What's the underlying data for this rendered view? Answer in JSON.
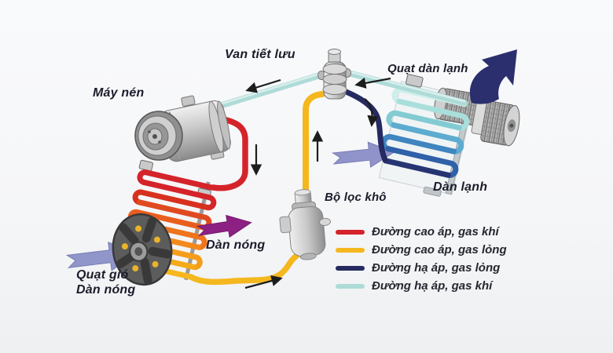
{
  "diagram": {
    "labels": {
      "expansion_valve": "Van tiết lưu",
      "compressor": "Máy nén",
      "evaporator_fan": "Quạt dàn lạnh",
      "evaporator": "Dàn lạnh",
      "receiver_drier": "Bộ lọc khô",
      "condenser": "Dàn nóng",
      "condenser_fan_line1": "Quạt gió",
      "condenser_fan_line2": "Dàn nóng"
    },
    "legend": {
      "items": [
        {
          "label": "Đường cao áp, gas khí",
          "color": "#d5232a"
        },
        {
          "label": "Đường cao áp, gas lỏng",
          "color": "#f4b81e"
        },
        {
          "label": "Đường hạ áp, gas lỏng",
          "color": "#252a60"
        },
        {
          "label": "Đường hạ áp, gas khí",
          "color": "#aedbd7"
        }
      ]
    },
    "colors": {
      "pipe_high_pressure_gas": "#d5232a",
      "pipe_high_pressure_liquid": "#f4b81e",
      "pipe_low_pressure_liquid": "#252a60",
      "pipe_low_pressure_gas": "#aedbd7",
      "cool_airflow_arrow": "#8f93c9",
      "hot_air_out_arrow": "#8d2083",
      "evaporator_air_out_arrow": "#2b2f6e"
    }
  }
}
